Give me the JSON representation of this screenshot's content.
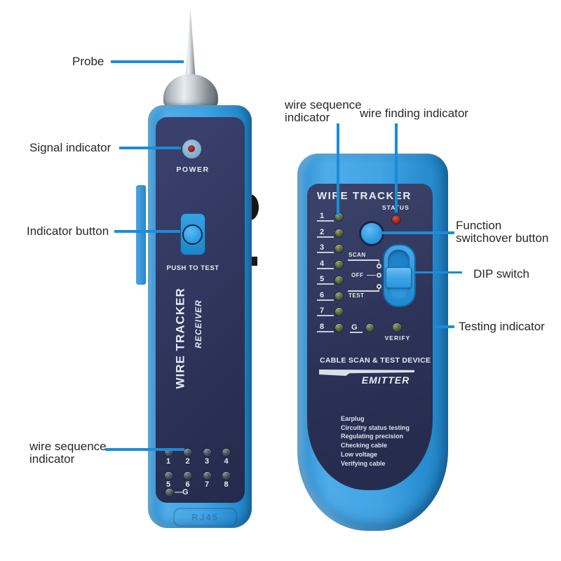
{
  "annotations": {
    "probe": "Probe",
    "signal_indicator": "Signal indicator",
    "indicator_button": "Indicator button",
    "wire_sequence_left_line1": "wire sequence",
    "wire_sequence_left_line2": "indicator",
    "wire_sequence_top_line1": "wire sequence",
    "wire_sequence_top_line2": "indicator",
    "wire_finding_indicator": "wire finding indicator",
    "function_switchover_line1": "Function",
    "function_switchover_line2": "switchover button",
    "dip_switch": "DIP switch",
    "testing_indicator": "Testing indicator"
  },
  "receiver": {
    "power_label": "POWER",
    "button_label": "PUSH TO TEST",
    "brand": "WIRE TRACKER",
    "role": "RECEIVER",
    "row1": [
      "1",
      "2",
      "3",
      "4"
    ],
    "row2": [
      "5",
      "6",
      "7",
      "8"
    ],
    "ground_label": "—G",
    "port_label": "RJ45"
  },
  "emitter": {
    "title": "WIRE TRACKER",
    "status_label": "STATUS",
    "channels": [
      "1",
      "2",
      "3",
      "4",
      "5",
      "6",
      "7",
      "8"
    ],
    "mode_scan": "SCAN",
    "mode_off": "OFF",
    "mode_test": "TEST",
    "ground_label": "G",
    "verify_label": "VERIFY",
    "device_label": "CABLE SCAN & TEST DEVICE",
    "role_label": "EMITTER",
    "features": [
      "Earplug",
      "Circuitry status testing",
      "Regulating precision",
      "Checking cable",
      "Low voltage",
      "Verifying cable"
    ]
  },
  "colors": {
    "annotation_line": "#1B8CD8",
    "body_blue": "#3AA0E2",
    "panel_navy": "#2E3459",
    "label_text": "#282828",
    "status_red": "#A32C22",
    "metal_silver": "#C9CFD4"
  }
}
